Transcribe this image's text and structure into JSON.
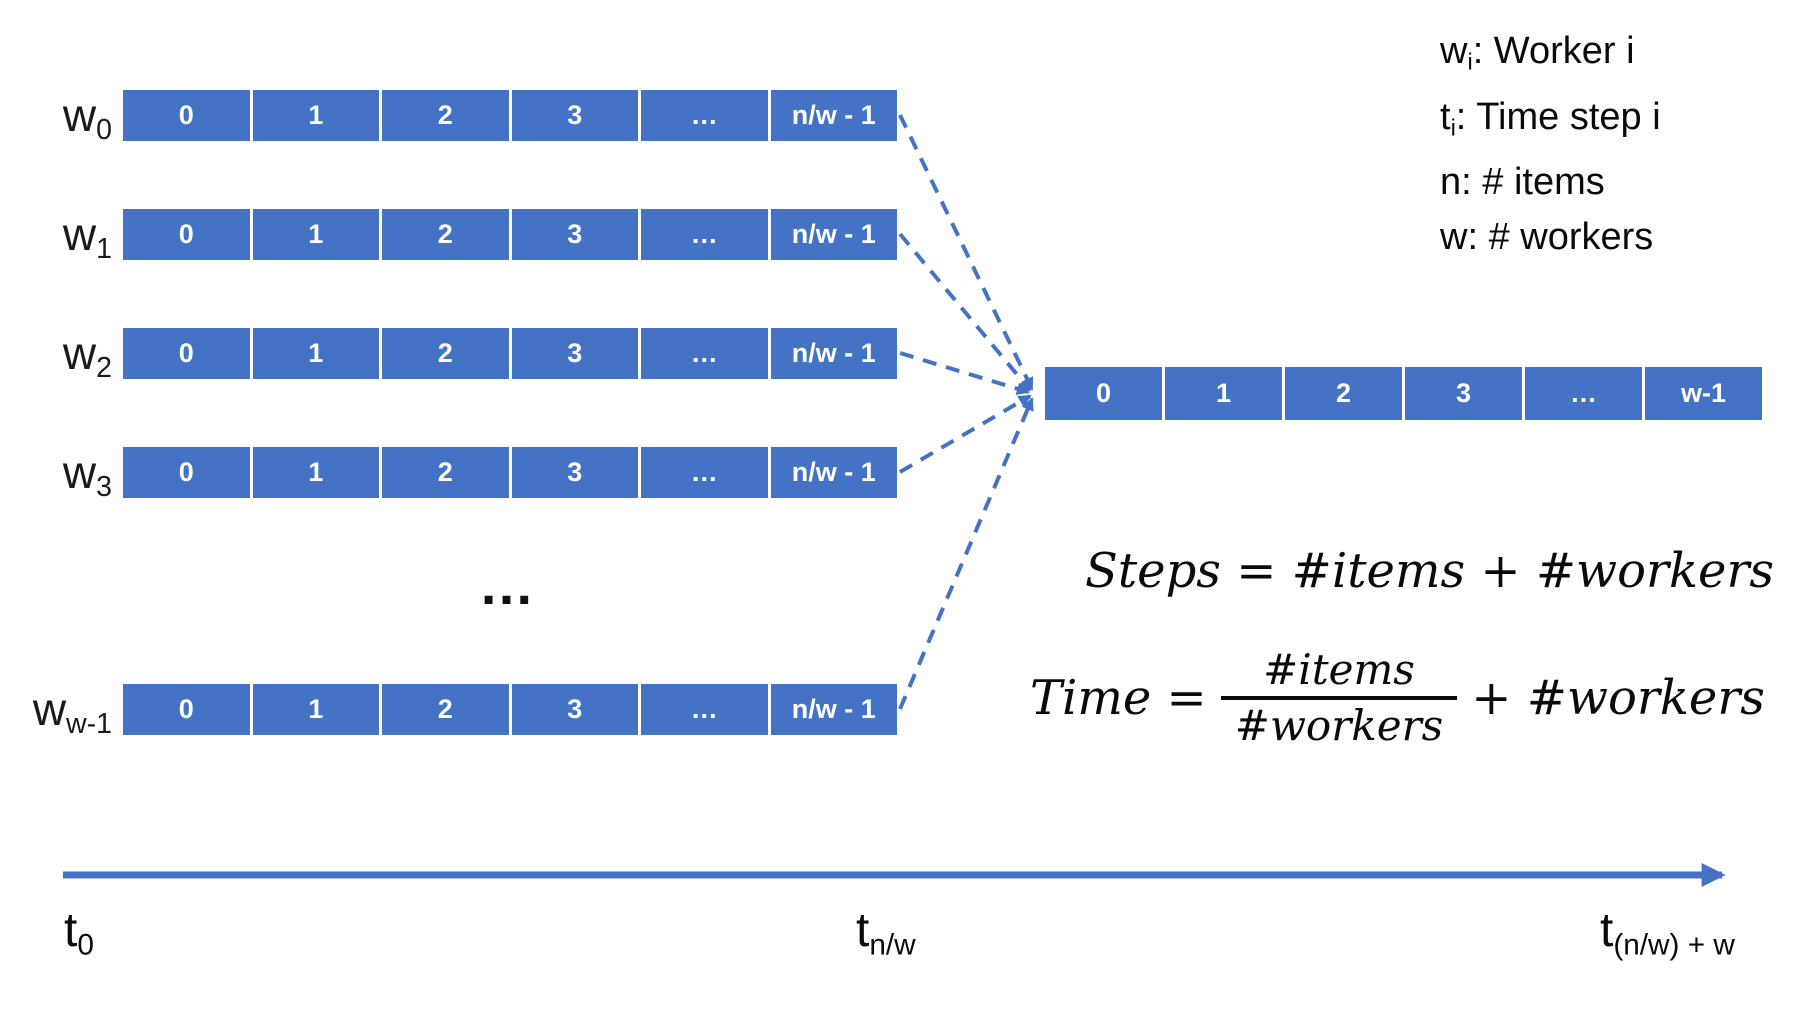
{
  "colors": {
    "bar_blue": "#4472C4",
    "connector_blue": "#4472C4",
    "timeline_blue": "#4472C4",
    "cell_divider": "#ffffff",
    "text": "#0a0a0a"
  },
  "left_rows": [
    {
      "label_base": "w",
      "label_sub": "0",
      "cells": [
        "0",
        "1",
        "2",
        "3",
        "…",
        "n/w - 1"
      ]
    },
    {
      "label_base": "w",
      "label_sub": "1",
      "cells": [
        "0",
        "1",
        "2",
        "3",
        "…",
        "n/w - 1"
      ]
    },
    {
      "label_base": "w",
      "label_sub": "2",
      "cells": [
        "0",
        "1",
        "2",
        "3",
        "…",
        "n/w - 1"
      ]
    },
    {
      "label_base": "w",
      "label_sub": "3",
      "cells": [
        "0",
        "1",
        "2",
        "3",
        "…",
        "n/w - 1"
      ]
    },
    {
      "label_base": "w",
      "label_sub": "w-1",
      "cells": [
        "0",
        "1",
        "2",
        "3",
        "…",
        "n/w - 1"
      ]
    }
  ],
  "rows_ellipsis": "…",
  "merged_bar": {
    "cells": [
      "0",
      "1",
      "2",
      "3",
      "…",
      "w-1"
    ]
  },
  "legend": {
    "lines": [
      {
        "base": "w",
        "sub": "i",
        "rest": ": Worker i"
      },
      {
        "base": "t",
        "sub": "i",
        "rest": ": Time step i"
      },
      {
        "base": "n",
        "sub": "",
        "rest": ": # items"
      },
      {
        "base": "w",
        "sub": "",
        "rest": ": # workers"
      }
    ]
  },
  "formulas": {
    "steps": "Steps = #items + #workers",
    "time": {
      "lhs": "Time =",
      "numerator": "#items",
      "denominator": "#workers",
      "rhs": "+ #workers"
    }
  },
  "timeline": {
    "labels": [
      {
        "base": "t",
        "sub": "0"
      },
      {
        "base": "t",
        "sub": "n/w"
      },
      {
        "base": "t",
        "sub": "(n/w) + w"
      }
    ]
  }
}
